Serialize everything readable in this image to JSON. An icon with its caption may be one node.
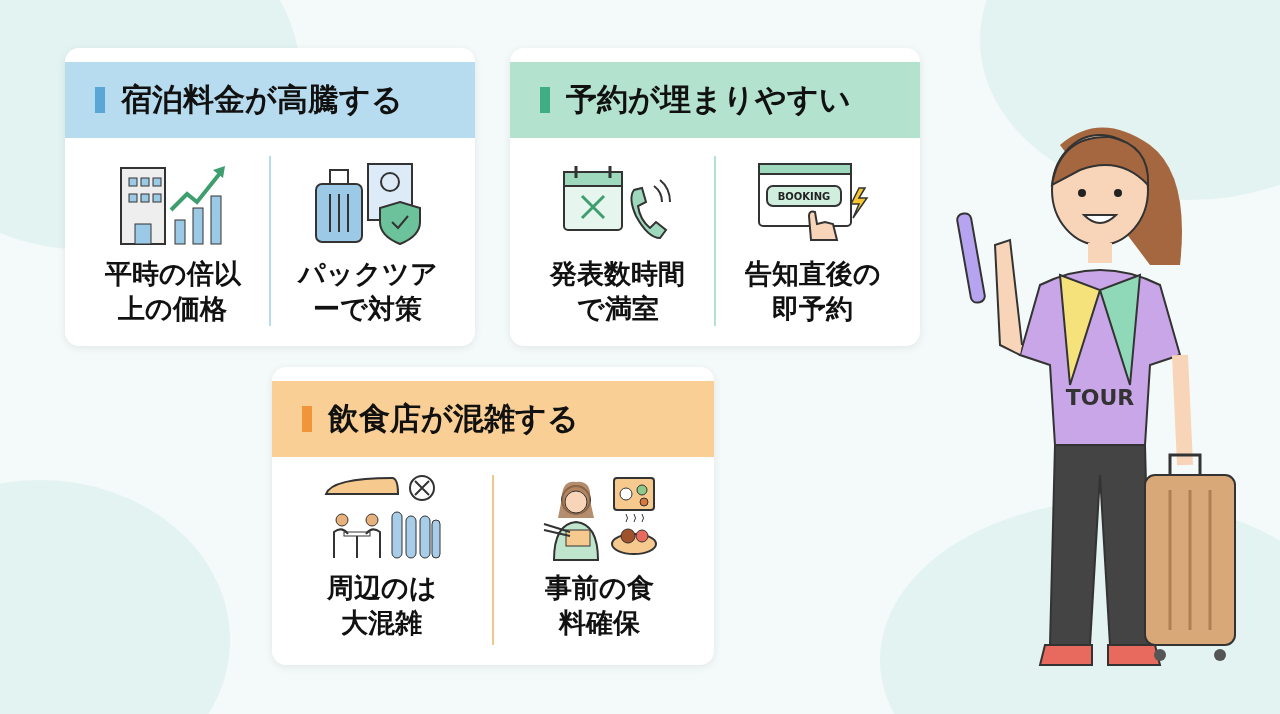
{
  "diagram": {
    "nodes": [
      {
        "text": [
          "宿泊料金が高騰する"
        ]
      },
      {
        "text": [
          "平時の倍以上の価格"
        ],
        "in": 0
      },
      {
        "text": [
          "パックツアーで対策"
        ],
        "in": 0
      },
      {
        "text": [
          "予約が埋まりやすい"
        ]
      },
      {
        "text": [
          "発表数時間で満室"
        ],
        "in": 3
      },
      {
        "text": [
          "告知直後の即予約"
        ],
        "in": 3
      },
      {
        "text": [
          "飲食店が混雑する"
        ]
      },
      {
        "text": [
          "周辺のは大混雑"
        ],
        "in": 6
      },
      {
        "text": [
          "事前の食料確保"
        ],
        "in": 6
      }
    ],
    "edges": [],
    "labels": [
      "BOOKING",
      "TOUR"
    ]
  }
}
